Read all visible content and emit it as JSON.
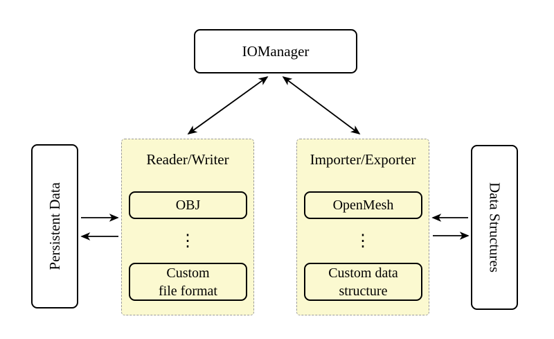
{
  "nodes": {
    "io_manager": {
      "label": "IOManager"
    },
    "persistent_data": {
      "label": "Persistent Data"
    },
    "data_structures": {
      "label": "Data Structures"
    }
  },
  "groups": {
    "reader_writer": {
      "title": "Reader/Writer",
      "items": [
        "OBJ",
        "Custom\nfile format"
      ],
      "ellipsis": "⋮"
    },
    "importer_exporter": {
      "title": "Importer/Exporter",
      "items": [
        "OpenMesh",
        "Custom data\nstructure"
      ],
      "ellipsis": "⋮"
    }
  },
  "connections": [
    {
      "from": "IOManager",
      "to": "Reader/Writer",
      "direction": "bidirectional"
    },
    {
      "from": "IOManager",
      "to": "Importer/Exporter",
      "direction": "bidirectional"
    },
    {
      "from": "Persistent Data",
      "to": "Reader/Writer",
      "direction": "right"
    },
    {
      "from": "Reader/Writer",
      "to": "Persistent Data",
      "direction": "left"
    },
    {
      "from": "Data Structures",
      "to": "Importer/Exporter",
      "direction": "left"
    },
    {
      "from": "Importer/Exporter",
      "to": "Data Structures",
      "direction": "right"
    }
  ],
  "colors": {
    "background": "#ffffff",
    "group_fill": "#fbf9d0",
    "group_border": "#999999",
    "node_border": "#000000",
    "arrow": "#000000",
    "text": "#000000"
  }
}
